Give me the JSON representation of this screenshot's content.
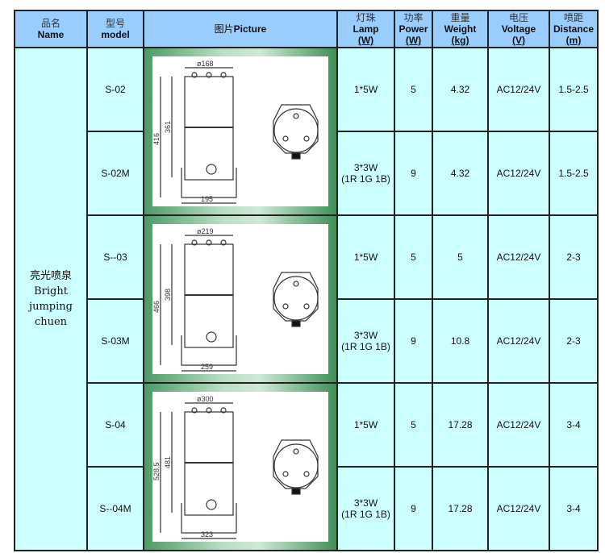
{
  "headers": [
    {
      "cn": "品名",
      "en": "Name"
    },
    {
      "cn": "型号",
      "en": "model"
    },
    {
      "cn": "图片",
      "en": "Picture"
    },
    {
      "cn": "灯珠",
      "en": "Lamp",
      "unit": "(W)"
    },
    {
      "cn": "功率",
      "en": "Power",
      "unit": "(W)"
    },
    {
      "cn": "重量",
      "en": "Weight",
      "unit": "(kg)"
    },
    {
      "cn": "电压",
      "en": "Voltage",
      "unit": "(V)"
    },
    {
      "cn": "喷距",
      "en": "Distance",
      "unit": "(m)"
    }
  ],
  "name": {
    "cn": "亮光喷泉",
    "en1": "Bright",
    "en2": "jumping",
    "en3": "chuen"
  },
  "rows": [
    {
      "model": "S-02",
      "lamp": "1*5W",
      "lamp2": "",
      "power": "5",
      "weight": "4.32",
      "voltage": "AC12/24V",
      "distance": "1.5-2.5"
    },
    {
      "model": "S-02M",
      "lamp": "3*3W",
      "lamp2": "(1R 1G 1B)",
      "power": "9",
      "weight": "4.32",
      "voltage": "AC12/24V",
      "distance": "1.5-2.5"
    },
    {
      "model": "S--03",
      "lamp": "1*5W",
      "lamp2": "",
      "power": "5",
      "weight": "5",
      "voltage": "AC12/24V",
      "distance": "2-3"
    },
    {
      "model": "S-03M",
      "lamp": "3*3W",
      "lamp2": "(1R 1G 1B)",
      "power": "9",
      "weight": "10.8",
      "voltage": "AC12/24V",
      "distance": "2-3"
    },
    {
      "model": "S-04",
      "lamp": "1*5W",
      "lamp2": "",
      "power": "5",
      "weight": "17.28",
      "voltage": "AC12/24V",
      "distance": "3-4"
    },
    {
      "model": "S--04M",
      "lamp": "3*3W",
      "lamp2": "(1R 1G 1B)",
      "power": "9",
      "weight": "17.28",
      "voltage": "AC12/24V",
      "distance": "3-4"
    }
  ],
  "pictures": [
    {
      "diameter": "ø168",
      "height": "416",
      "body": "361",
      "width": "195"
    },
    {
      "diameter": "ø219",
      "height": "466",
      "body": "398",
      "width": "259"
    },
    {
      "diameter": "ø300",
      "height": "528.5",
      "body": "481",
      "width": "323"
    }
  ]
}
